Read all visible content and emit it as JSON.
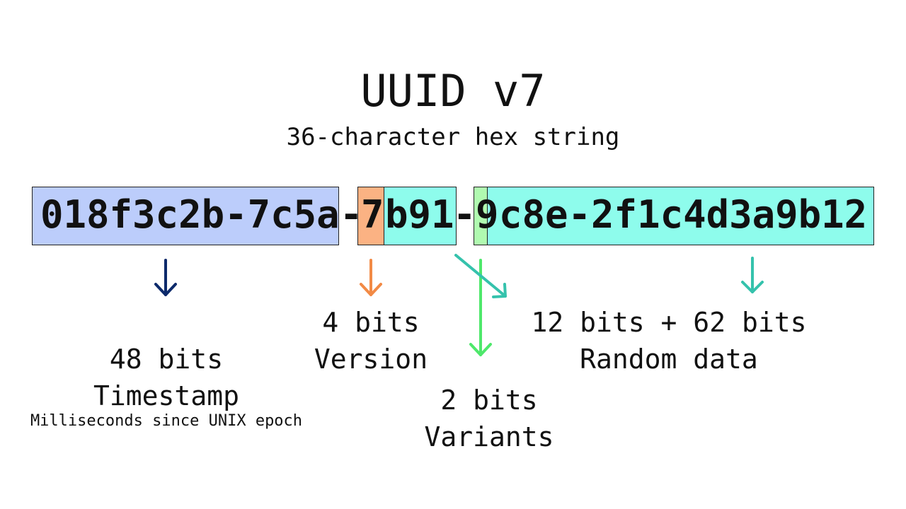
{
  "title": "UUID v7",
  "subtitle": "36-character hex string",
  "uuid": {
    "segments": [
      {
        "id": "timestamp",
        "text": "018f3c2b-7c5a",
        "color": "#bccdfb"
      },
      {
        "id": "sep1",
        "text": "-"
      },
      {
        "id": "version",
        "text": "7",
        "color": "#fbb283"
      },
      {
        "id": "rand_a",
        "text": "b91",
        "color": "#8efcec"
      },
      {
        "id": "sep2",
        "text": "-"
      },
      {
        "id": "variant",
        "text": "9",
        "color": "#b0fab0"
      },
      {
        "id": "rand_b",
        "text": "c8e-2f1c4d3a9b12",
        "color": "#8efcec"
      }
    ]
  },
  "labels": {
    "timestamp": {
      "bits": "48 bits",
      "name": "Timestamp",
      "note": "Milliseconds since UNIX epoch",
      "arrow_color": "#0d2a6b"
    },
    "version": {
      "bits": "4 bits",
      "name": "Version",
      "arrow_color": "#f28a45"
    },
    "variant": {
      "bits": "2 bits",
      "name": "Variants",
      "arrow_color": "#4ee86b"
    },
    "random": {
      "bits": "12 bits + 62 bits",
      "name": "Random data",
      "arrow_color": "#35c2ac"
    }
  }
}
